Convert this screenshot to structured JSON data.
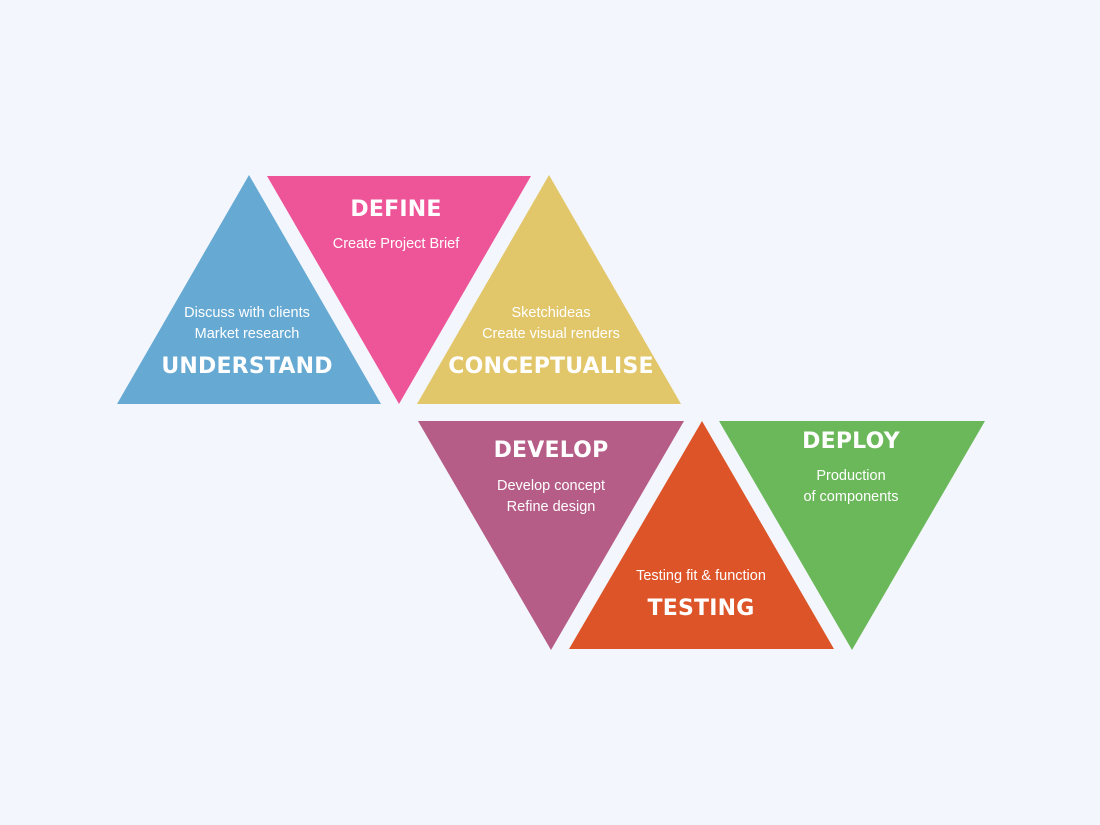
{
  "background": "#f3f7fd",
  "stages": [
    {
      "id": "understand",
      "title": "UNDERSTAND",
      "color": "#66a9d3",
      "lines": [
        "Discuss with clients",
        "Market  research"
      ]
    },
    {
      "id": "define",
      "title": "DEFINE",
      "color": "#ee5599",
      "lines": [
        "Create  Project Brief"
      ]
    },
    {
      "id": "conceptualise",
      "title": "CONCEPTUALISE",
      "color": "#e2c66a",
      "lines": [
        "Sketchideas",
        "Create visual renders"
      ]
    },
    {
      "id": "develop",
      "title": "DEVELOP",
      "color": "#b55d87",
      "lines": [
        "Develop concept",
        "Refine design"
      ]
    },
    {
      "id": "testing",
      "title": "TESTING",
      "color": "#dc5428",
      "lines": [
        "Testing fit & function"
      ]
    },
    {
      "id": "deploy",
      "title": "DEPLOY",
      "color": "#6bb85a",
      "lines": [
        "Production",
        "of components"
      ]
    }
  ]
}
